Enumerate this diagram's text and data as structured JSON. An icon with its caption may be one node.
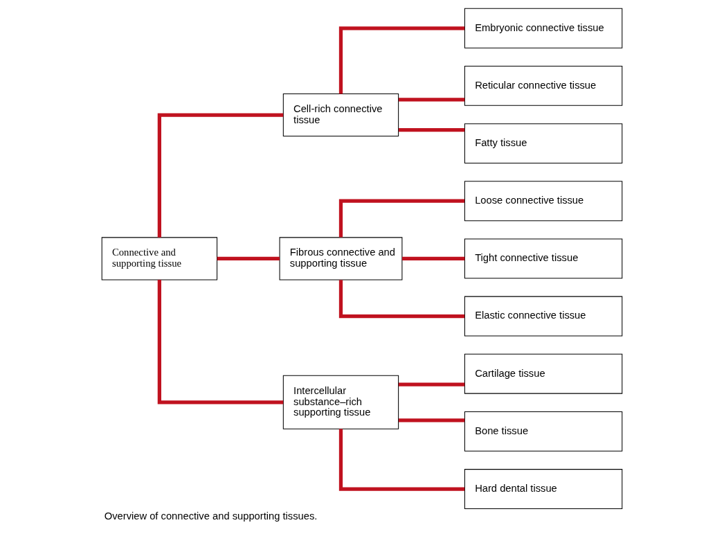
{
  "diagram": {
    "caption": "Overview of connective and supporting tissues.",
    "nodes": [
      {
        "text": [
          "Connective and supporting tissue"
        ]
      },
      {
        "text": [
          "Cell-rich connective tissue"
        ]
      },
      {
        "text": [
          "Fibrous connective and supporting tissue"
        ]
      },
      {
        "text": [
          "Intercellular substance–rich supporting tissue"
        ]
      },
      {
        "text": [
          "Embryonic connective tissue"
        ]
      },
      {
        "text": [
          "Reticular connective tissue"
        ]
      },
      {
        "text": [
          "Fatty tissue"
        ]
      },
      {
        "text": [
          "Loose connective tissue"
        ]
      },
      {
        "text": [
          "Tight connective tissue"
        ]
      },
      {
        "text": [
          "Elastic connective tissue"
        ]
      },
      {
        "text": [
          "Cartilage tissue"
        ]
      },
      {
        "text": [
          "Bone tissue"
        ]
      },
      {
        "text": [
          "Hard dental tissue"
        ]
      }
    ],
    "edges": [
      {
        "from": 0,
        "to": 1,
        "arrow": "none"
      },
      {
        "from": 0,
        "to": 2,
        "arrow": "none"
      },
      {
        "from": 0,
        "to": 3,
        "arrow": "none"
      },
      {
        "from": 1,
        "to": 4,
        "arrow": "none"
      },
      {
        "from": 1,
        "to": 5,
        "arrow": "none"
      },
      {
        "from": 1,
        "to": 6,
        "arrow": "none"
      },
      {
        "from": 2,
        "to": 7,
        "arrow": "none"
      },
      {
        "from": 2,
        "to": 8,
        "arrow": "none"
      },
      {
        "from": 2,
        "to": 9,
        "arrow": "none"
      },
      {
        "from": 3,
        "to": 10,
        "arrow": "none"
      },
      {
        "from": 3,
        "to": 11,
        "arrow": "none"
      },
      {
        "from": 3,
        "to": 12,
        "arrow": "none"
      }
    ]
  }
}
